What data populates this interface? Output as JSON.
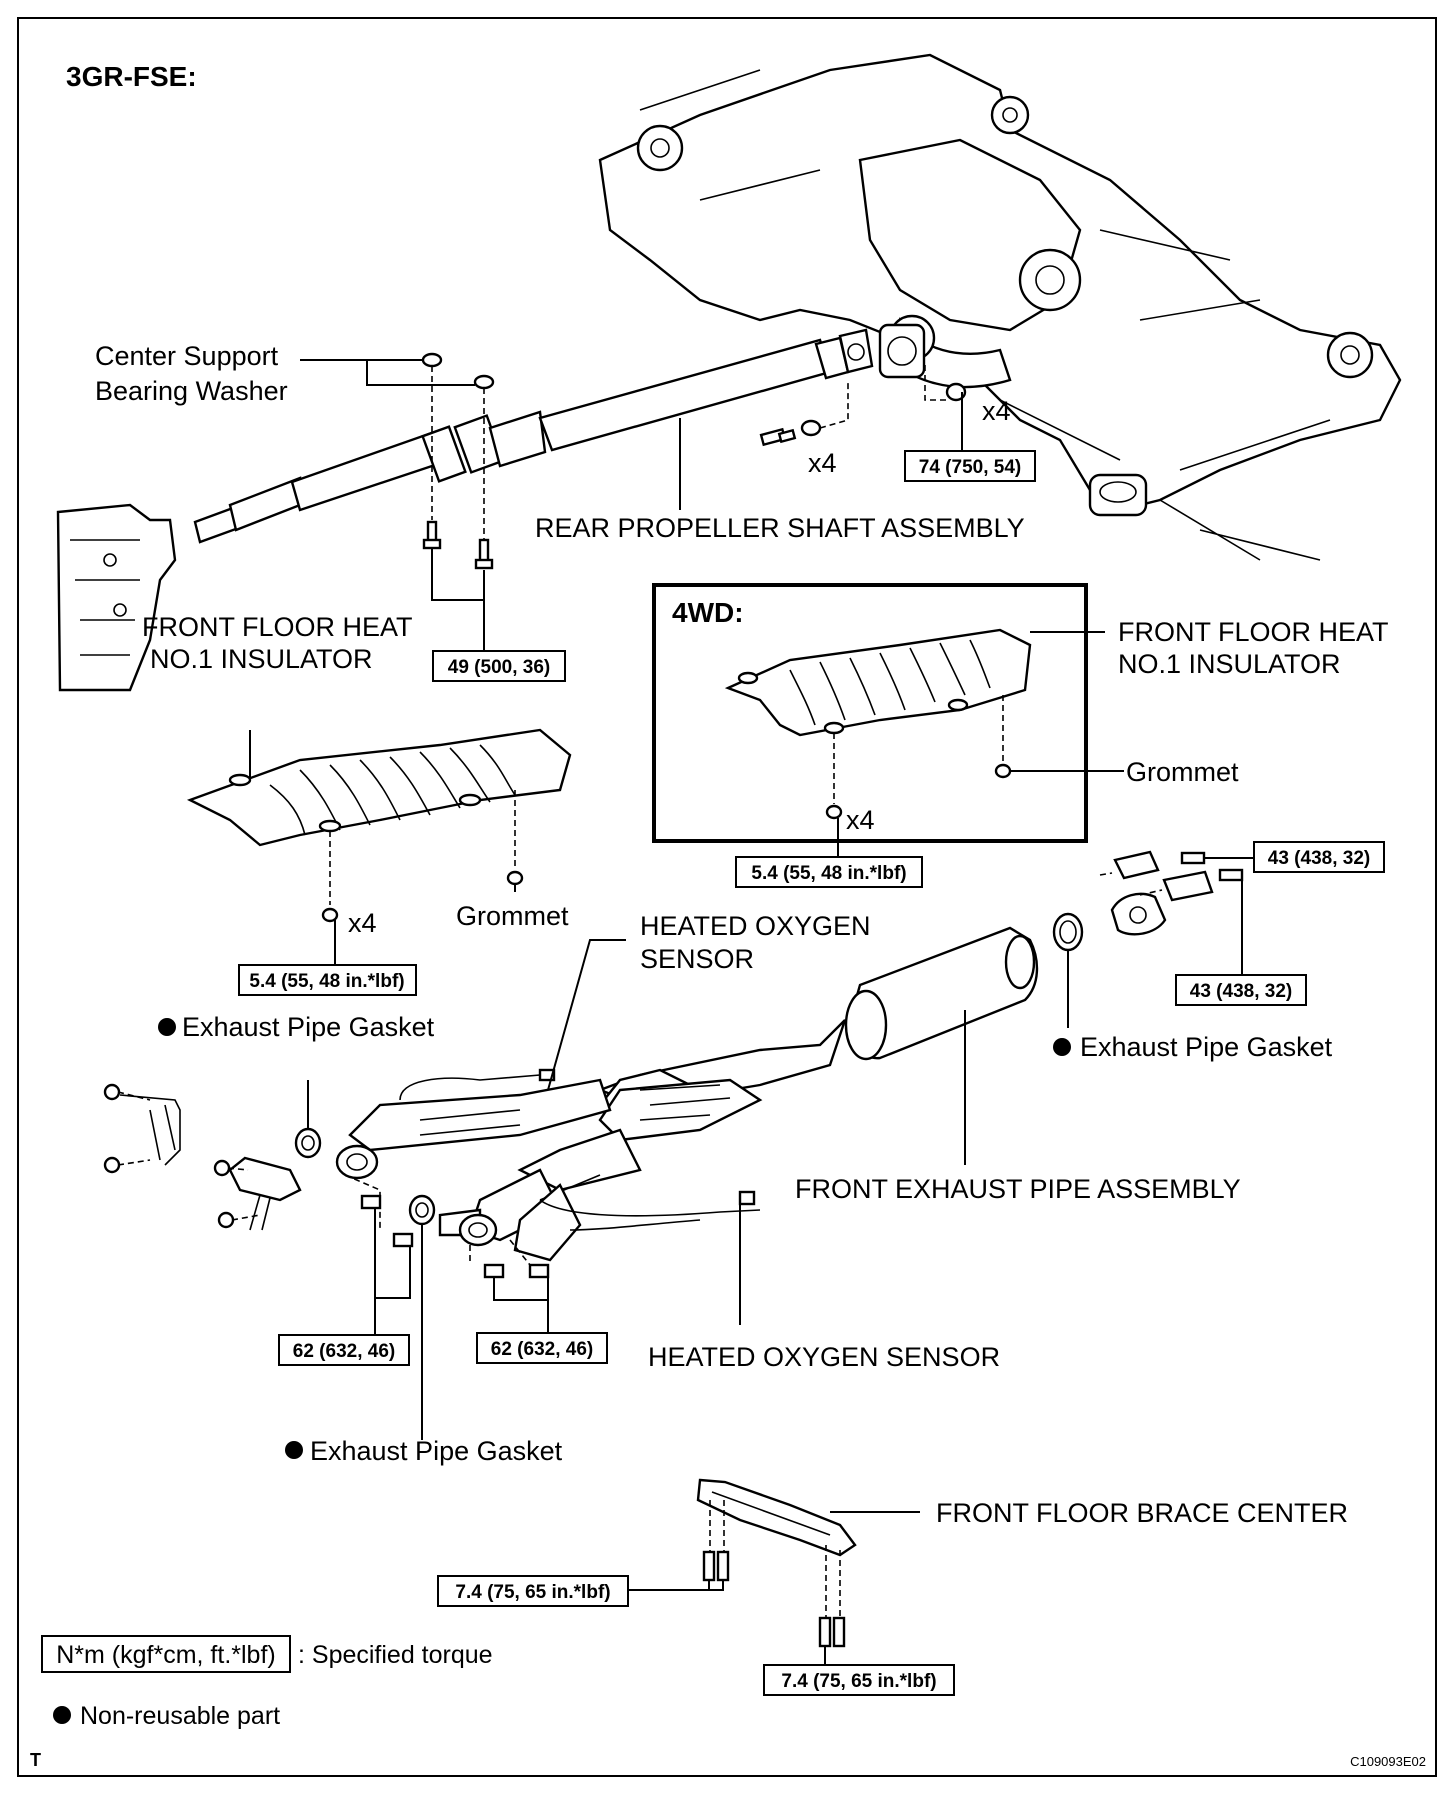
{
  "diagram": {
    "engine_label": "3GR-FSE:",
    "variant_label": "4WD:",
    "corner_letter": "T",
    "figure_code": "C109093E02"
  },
  "parts": {
    "center_support_bearing_washer": [
      "Center Support",
      "Bearing Washer"
    ],
    "rear_propeller_shaft": "REAR PROPELLER SHAFT ASSEMBLY",
    "front_floor_heat_insulator_main": [
      "FRONT FLOOR HEAT",
      "NO.1 INSULATOR"
    ],
    "front_floor_heat_insulator_4wd": [
      "FRONT FLOOR HEAT",
      "NO.1 INSULATOR"
    ],
    "grommet_4wd": "Grommet",
    "grommet_main": "Grommet",
    "heated_oxygen_sensor_upper": [
      "HEATED OXYGEN",
      "SENSOR"
    ],
    "heated_oxygen_sensor_lower": "HEATED OXYGEN SENSOR",
    "exhaust_pipe_gasket_left": "Exhaust Pipe Gasket",
    "exhaust_pipe_gasket_right": "Exhaust Pipe Gasket",
    "exhaust_pipe_gasket_bottom": "Exhaust Pipe Gasket",
    "front_exhaust_pipe": "FRONT EXHAUST PIPE ASSEMBLY",
    "front_floor_brace_center": "FRONT FLOOR BRACE CENTER"
  },
  "quantities": {
    "propeller_bolts": "x4",
    "diff_nuts": "x4",
    "insulator_4wd_nuts": "x4",
    "insulator_main_nuts": "x4"
  },
  "torques": {
    "propeller_flange": "74 (750, 54)",
    "center_bearing": "49 (500, 36)",
    "insulator_4wd": "5.4 (55, 48 in.*lbf)",
    "insulator_main": "5.4 (55, 48 in.*lbf)",
    "rear_flange_upper": "43 (438, 32)",
    "rear_flange_lower": "43 (438, 32)",
    "front_pipe_left": "62 (632, 46)",
    "front_pipe_right": "62 (632, 46)",
    "brace_left": "7.4 (75, 65 in.*lbf)",
    "brace_right": "7.4 (75, 65 in.*lbf)"
  },
  "legend": {
    "torque_unit": "N*m (kgf*cm, ft.*lbf)",
    "torque_desc": ": Specified torque",
    "non_reusable": "Non-reusable part"
  }
}
